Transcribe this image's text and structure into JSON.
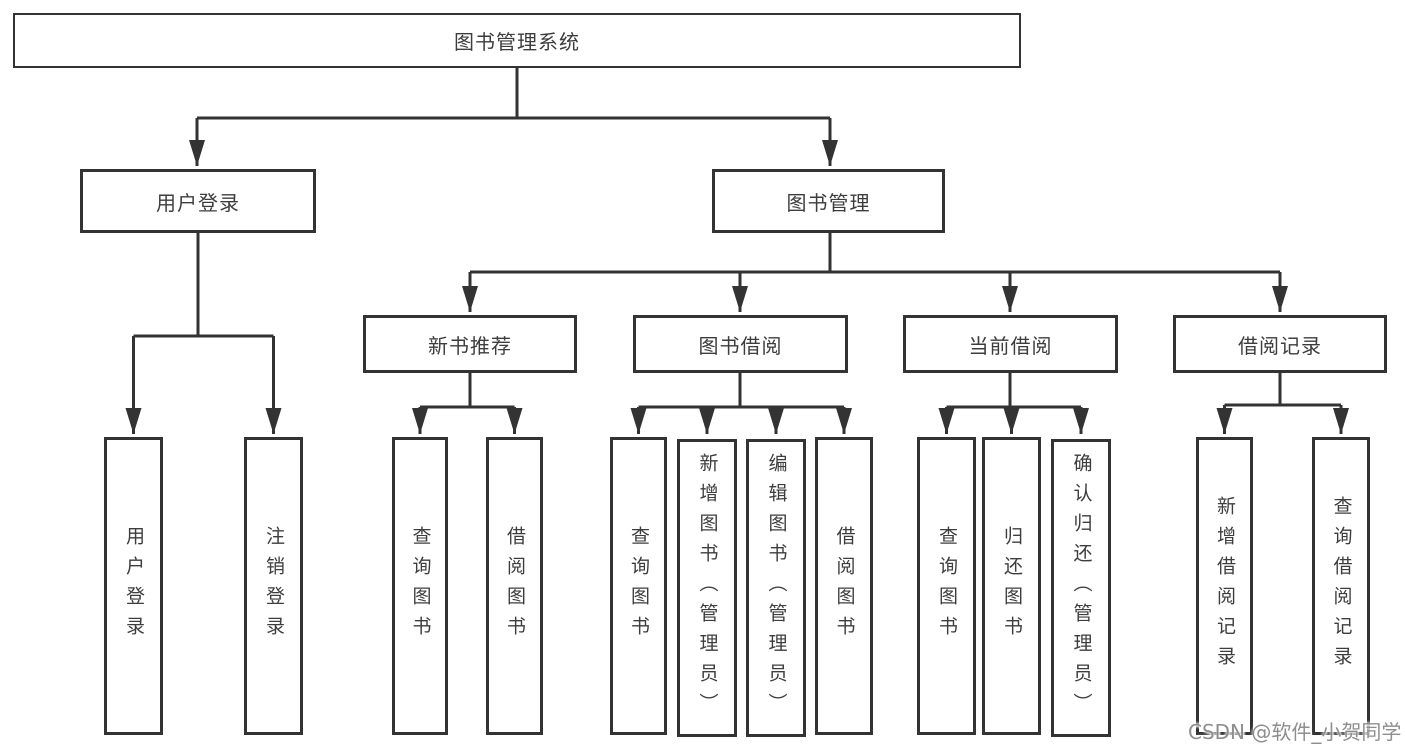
{
  "tree": {
    "root": {
      "label": "图书管理系统",
      "children": [
        {
          "label": "用户登录",
          "children": [
            {
              "label": "用户登录"
            },
            {
              "label": "注销登录"
            }
          ]
        },
        {
          "label": "图书管理",
          "children": [
            {
              "label": "新书推荐",
              "children": [
                {
                  "label": "查询图书"
                },
                {
                  "label": "借阅图书"
                }
              ]
            },
            {
              "label": "图书借阅",
              "children": [
                {
                  "label": "查询图书"
                },
                {
                  "label": "新增图书（管理员）"
                },
                {
                  "label": "编辑图书（管理员）"
                },
                {
                  "label": "借阅图书"
                }
              ]
            },
            {
              "label": "当前借阅",
              "children": [
                {
                  "label": "查询图书"
                },
                {
                  "label": "归还图书"
                },
                {
                  "label": "确认归还（管理员）"
                }
              ]
            },
            {
              "label": "借阅记录",
              "children": [
                {
                  "label": "新增借阅记录"
                },
                {
                  "label": "查询借阅记录"
                }
              ]
            }
          ]
        }
      ]
    }
  },
  "watermark": {
    "text": "CSDN @软件_小贺同学"
  },
  "colors": {
    "line": "#333333",
    "box_border": "#333333",
    "box_fill": "#ffffff",
    "text": "#3d3d3d",
    "watermark": "#8e8e8e"
  }
}
